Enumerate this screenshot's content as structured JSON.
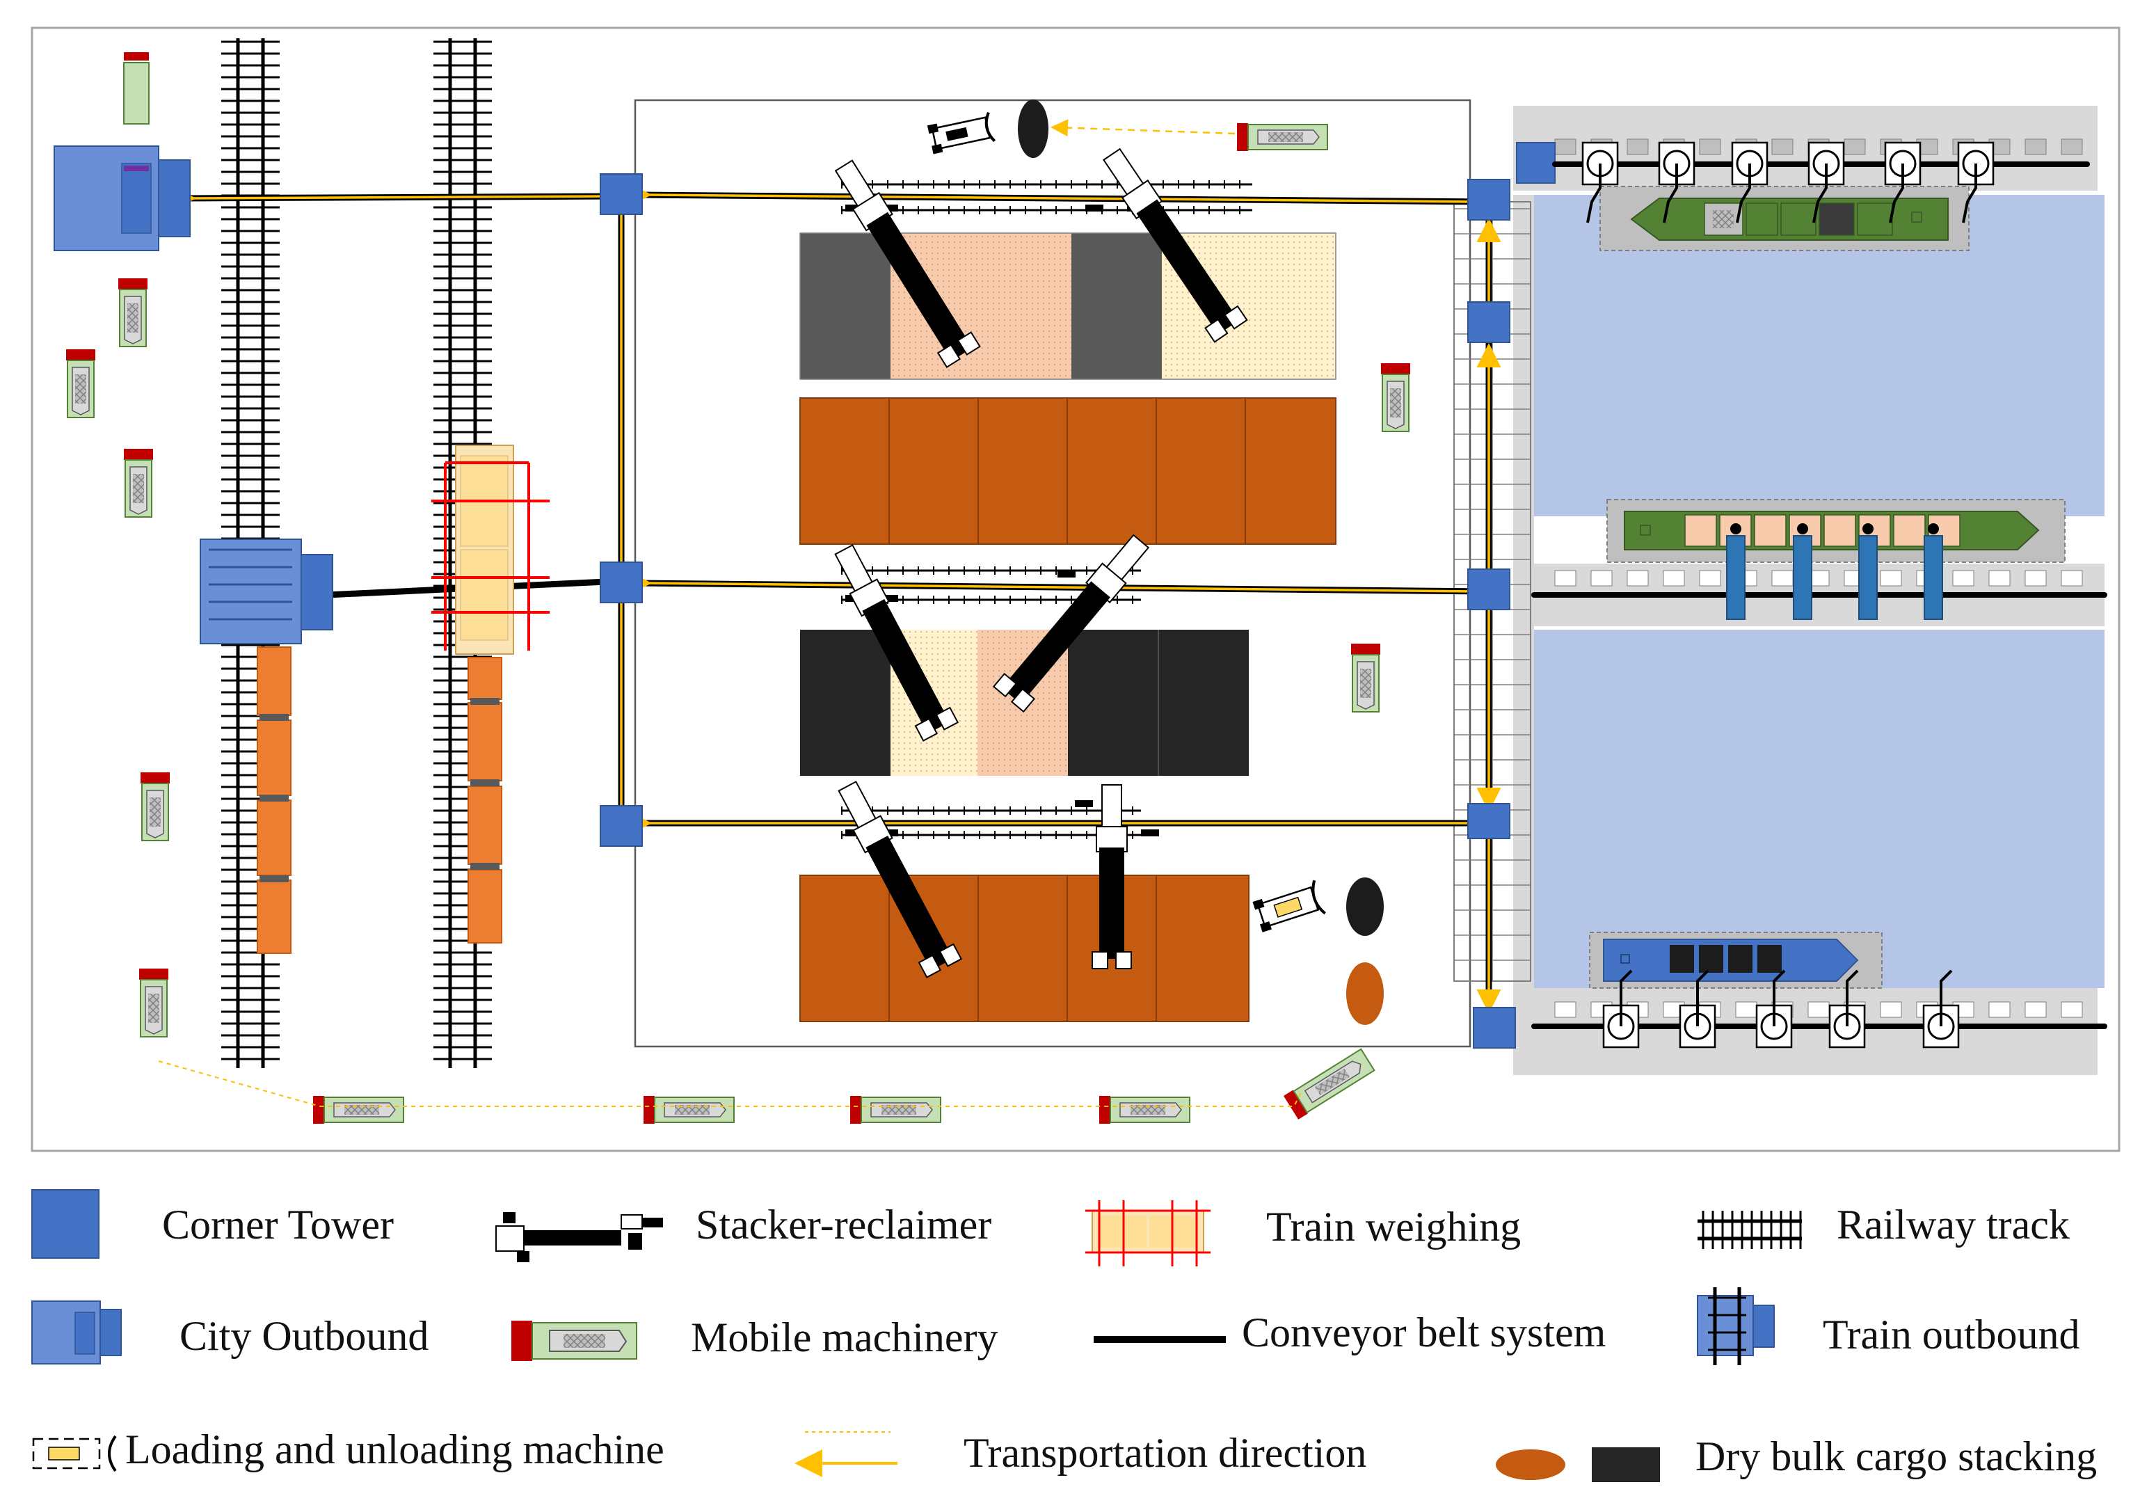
{
  "colors": {
    "corner_tower": "#4472c4",
    "outbound": "#6b8fd6",
    "water": "#b4c5e7",
    "orange_cargo": "#c55a11",
    "dark_cargo": "#262626",
    "grey_cargo": "#595959",
    "peach_cargo": "#f8cbad",
    "cream_cargo": "#fff2cc",
    "mobile_body": "#c5e0b4",
    "mobile_red": "#c00000",
    "train_car": "#ed7d31",
    "train_weigh": "#fbe5b6",
    "conveyor": "#000000",
    "arrow": "#ffc000",
    "ship_green": "#548235",
    "ship_blue": "#4472c4",
    "dock_grey": "#d9d9d9"
  },
  "legend": {
    "corner_tower": "Corner Tower",
    "stacker_reclaimer": "Stacker-reclaimer",
    "train_weighing": "Train weighing",
    "railway_track": "Railway track",
    "city_outbound": "City Outbound",
    "mobile_machinery": "Mobile machinery",
    "conveyor_belt": "Conveyor belt system",
    "train_outbound": "Train outbound",
    "loading_machine": "Loading and unloading machine",
    "transport_direction": "Transportation direction",
    "dry_bulk": "Dry bulk cargo stacking"
  },
  "icons": [
    "corner-tower-icon",
    "stacker-reclaimer-icon",
    "train-weighing-icon",
    "railway-track-icon",
    "city-outbound-icon",
    "mobile-machinery-icon",
    "conveyor-belt-icon",
    "train-outbound-icon",
    "loading-machine-icon",
    "transport-direction-icon",
    "dry-bulk-cargo-icon"
  ]
}
